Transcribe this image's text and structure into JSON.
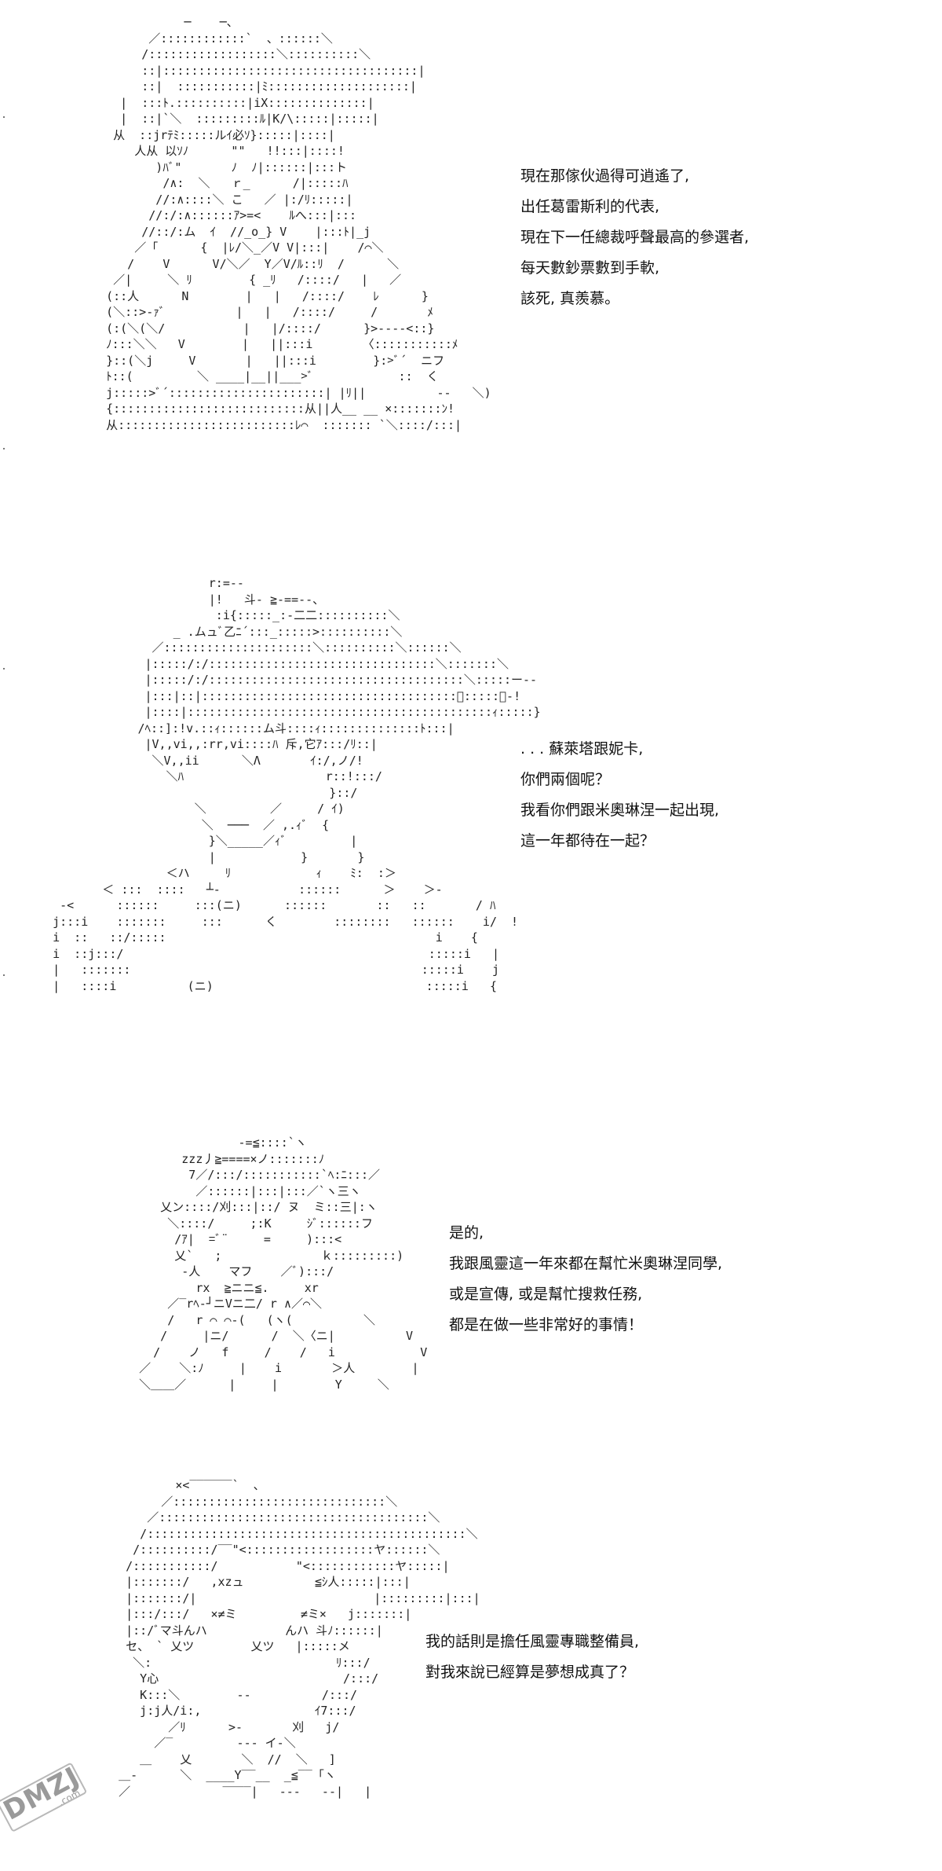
{
  "panels": [
    {
      "lines": [
        "現在那傢伙過得可逍遙了,",
        "出任葛雷斯利的代表,",
        "現在下一任總裁呼聲最高的參選者,",
        "每天數鈔票數到手軟,",
        "該死, 真羨慕。"
      ]
    },
    {
      "lines": [
        ". . . 蘇萊塔跟妮卡,",
        "你們兩個呢？",
        "我看你們跟米奧琳涅一起出現,",
        "這一年都待在一起？"
      ]
    },
    {
      "lines": [
        "是的,",
        "我跟風靈這一年來都在幫忙米奧琳涅同學,",
        "或是宣傳, 或是幫忙搜救任務,",
        "都是在做一些非常好的事情！"
      ]
    },
    {
      "lines": [
        "我的話則是擔任風靈專職整備員,",
        "對我來說已經算是夢想成真了？"
      ]
    }
  ],
  "watermark": {
    "logo_text": "DMZJ",
    "sub_text": ".com"
  }
}
